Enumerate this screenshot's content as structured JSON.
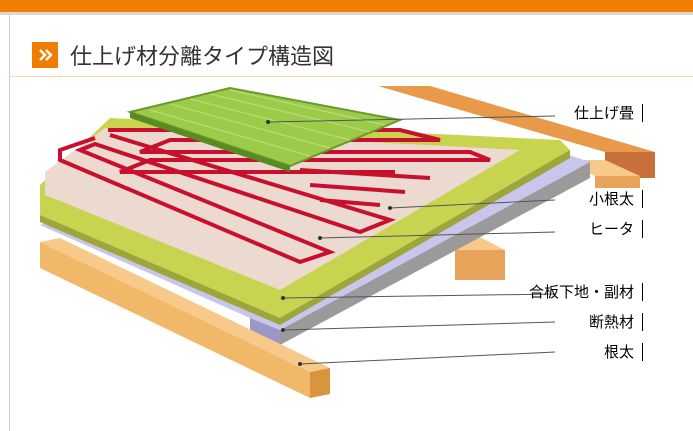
{
  "title": "仕上げ材分離タイプ構造図",
  "labels": {
    "finish_tatami": "仕上げ畳",
    "small_joist": "小根太",
    "heater": "ヒータ",
    "plywood_substrate": "合板下地・副材",
    "insulation": "断熱材",
    "joist": "根太"
  },
  "colors": {
    "accent_orange": "#f07d00",
    "heater_line": "#c8102e",
    "tatami_green": "#9ccb4a",
    "plywood_green": "#c8d44f",
    "insulation_lavender": "#c9c6ee",
    "wood_beam": "#f2b86a"
  },
  "icons": {
    "title_badge": "double-chevron-right-icon"
  }
}
